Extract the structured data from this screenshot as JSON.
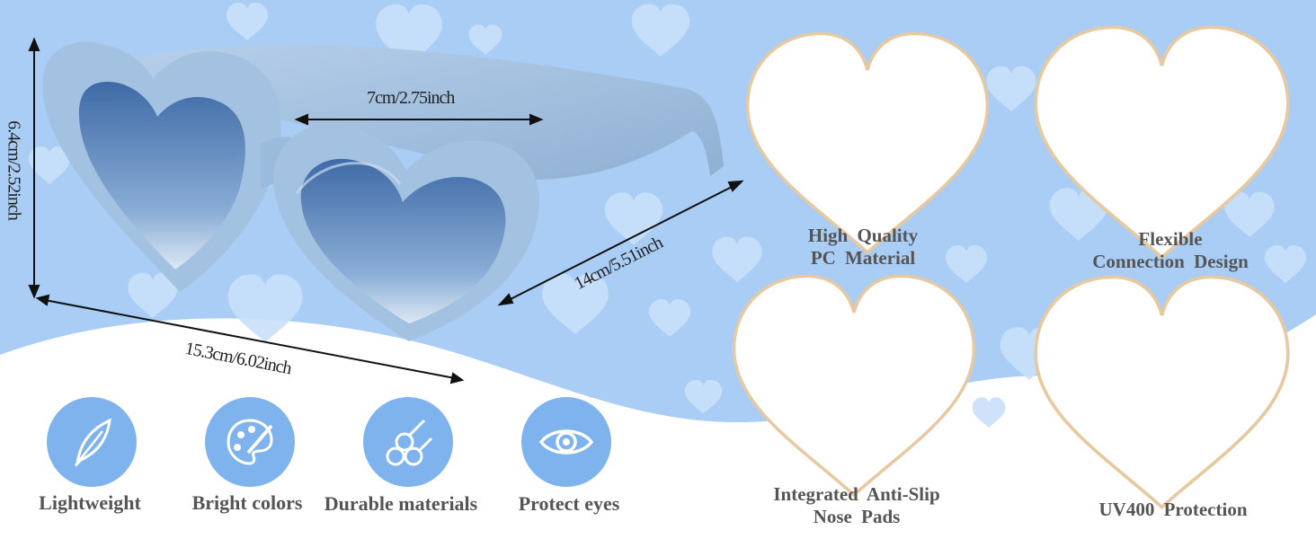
{
  "dimensions": {
    "lens_width": "7cm/2.75inch",
    "frame_height": "6.4cm/2.52inch",
    "temple_length": "14cm/5.51inch",
    "frame_width": "15.3cm/6.02inch"
  },
  "features": [
    {
      "label": "Lightweight",
      "icon": "feather-icon"
    },
    {
      "label": "Bright colors",
      "icon": "palette-icon"
    },
    {
      "label": "Durable materials",
      "icon": "materials-icon"
    },
    {
      "label": "Protect eyes",
      "icon": "eye-icon"
    }
  ],
  "details": [
    {
      "caption": "High  Quality\nPC  Material"
    },
    {
      "caption": "Flexible\nConnection  Design"
    },
    {
      "caption": "Integrated  Anti-Slip\nNose  Pads"
    },
    {
      "caption": "UV400  Protection"
    }
  ],
  "colors": {
    "background_blue": "#a9cdf5",
    "frame_blue": "#9dbcdc",
    "lens_blue": "#5b85b8",
    "icon_circle": "#7fb3ee",
    "heart_outline": "#e6c9a0"
  }
}
